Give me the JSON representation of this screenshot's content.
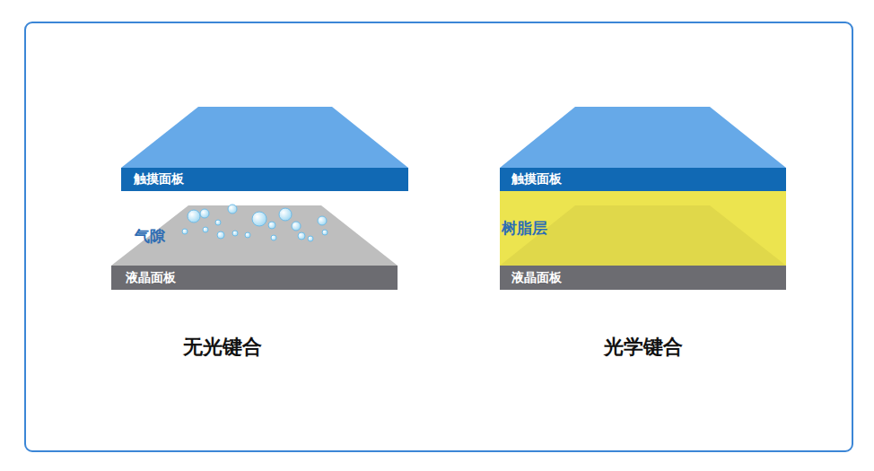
{
  "diagram": {
    "nodes": [
      {
        "text": [
          "触摸面板"
        ]
      },
      {
        "text": [
          "液晶面板"
        ]
      },
      {
        "text": [
          "触摸面板"
        ]
      },
      {
        "text": [
          "树脂层"
        ]
      },
      {
        "text": [
          "液晶面板"
        ]
      }
    ],
    "labels": [
      "气隙",
      "无光键合",
      "光学键合"
    ]
  }
}
